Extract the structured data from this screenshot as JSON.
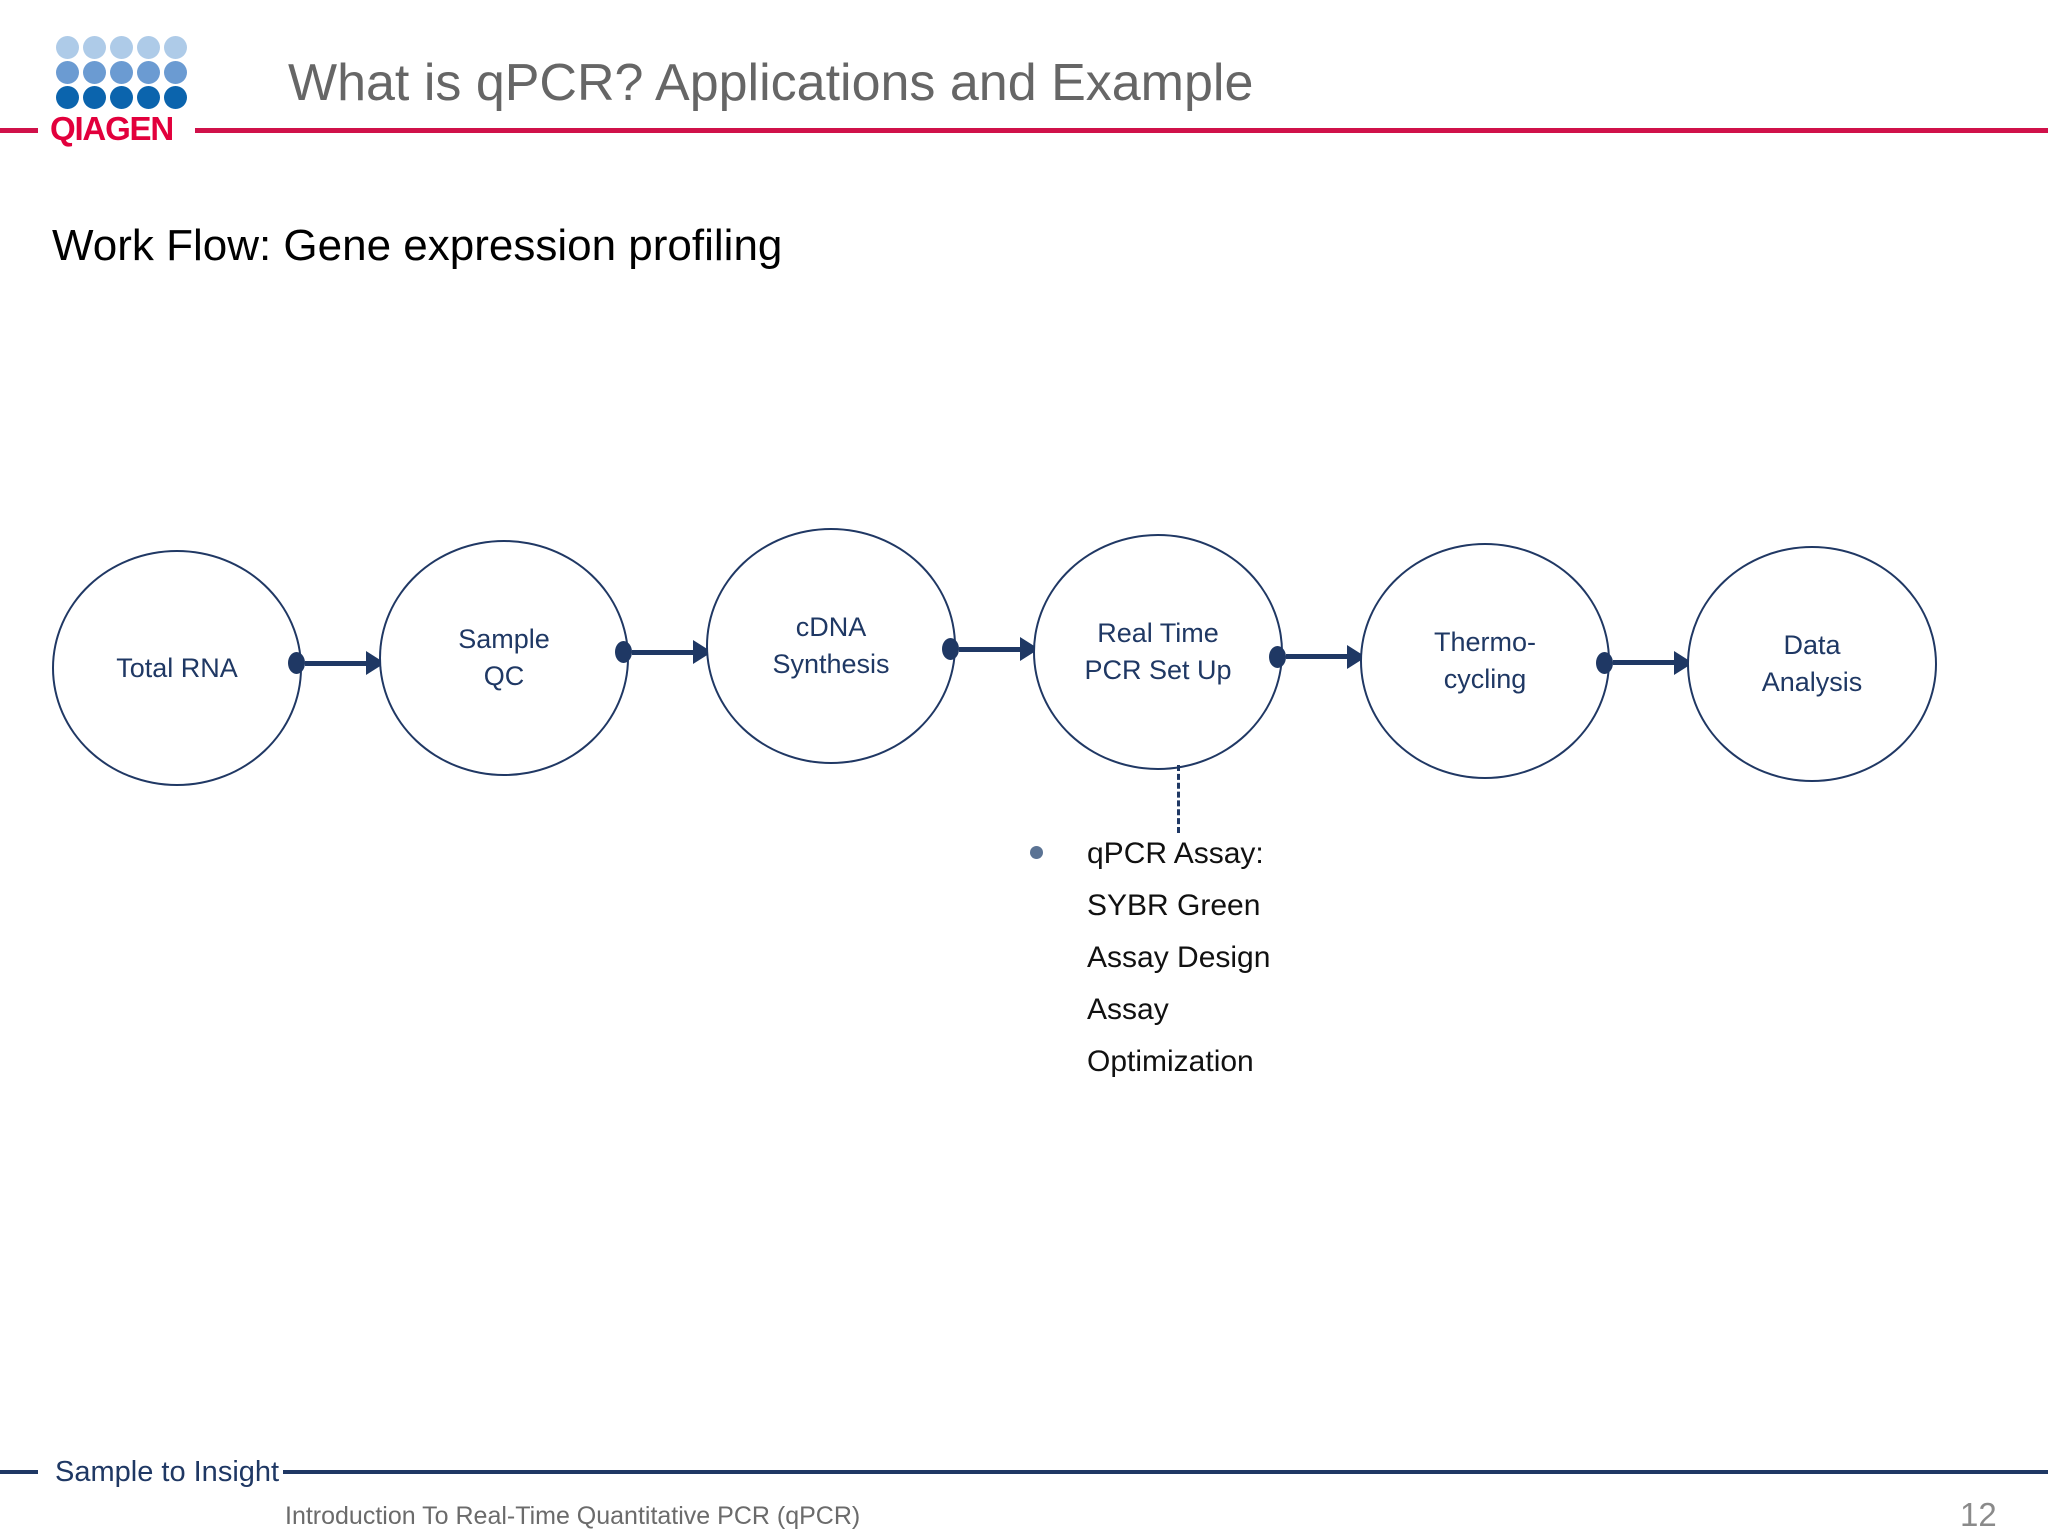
{
  "header": {
    "title": "What is qPCR? Applications and Example",
    "logo": {
      "wordmark": "QIAGEN",
      "dot_colors_by_row": [
        "#aecbe8",
        "#6b9bd2",
        "#0b64ad"
      ],
      "dots_per_row": 5,
      "rows": 3
    },
    "rule_color": "#d0114a"
  },
  "body": {
    "subtitle": "Work Flow: Gene expression profiling"
  },
  "workflow": {
    "accent_color": "#1f3864",
    "nodes": [
      {
        "label": "Total RNA"
      },
      {
        "label": "Sample\nQC"
      },
      {
        "label": "cDNA\nSynthesis"
      },
      {
        "label": "Real Time\nPCR Set Up"
      },
      {
        "label": "Thermo-\ncycling"
      },
      {
        "label": "Data\nAnalysis"
      }
    ],
    "connector_count": 5
  },
  "callout": {
    "bullet_color": "#5b7394",
    "lines": [
      "qPCR Assay:",
      "SYBR Green",
      "Assay Design",
      "Assay\nOptimization"
    ]
  },
  "footer": {
    "tagline": "Sample to Insight",
    "subtitle": "Introduction To Real-Time Quantitative PCR (qPCR)",
    "page_number": "12",
    "rule_color": "#1f3864"
  }
}
